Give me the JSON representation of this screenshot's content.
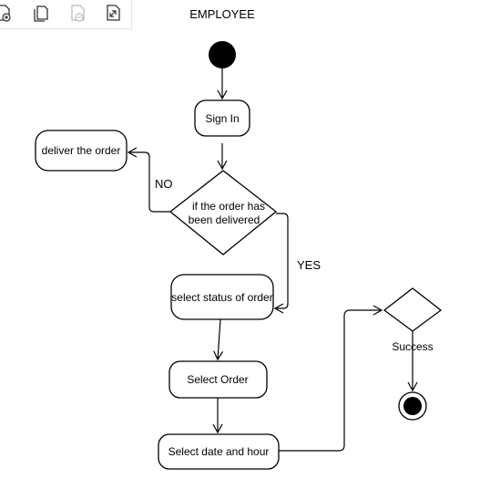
{
  "diagram": {
    "title": "EMPLOYEE",
    "nodes": {
      "sign_in": "Sign In",
      "decision_line1": "if the order has",
      "decision_line2": "been delivered",
      "deliver": "deliver the order",
      "select_status": "select status of order",
      "select_order": "Select Order",
      "select_date": "Select date and hour",
      "success": "Success"
    },
    "edges": {
      "no_label": "NO",
      "yes_label": "YES"
    }
  },
  "toolbar": {
    "icons": [
      "add-page-icon",
      "copy-page-icon",
      "remove-page-icon",
      "expand-icon"
    ]
  },
  "colors": {
    "stroke": "#000000",
    "fill": "#ffffff",
    "icon": "#333333",
    "icon_disabled": "#bbbbbb"
  }
}
